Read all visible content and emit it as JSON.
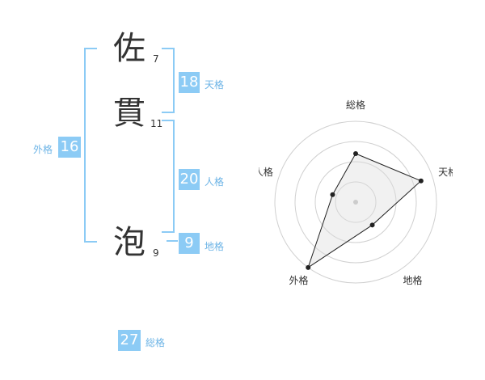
{
  "name": {
    "chars": [
      {
        "char": "佐",
        "strokes": "7"
      },
      {
        "char": "貫",
        "strokes": "11"
      },
      {
        "char": "泡",
        "strokes": "9"
      }
    ]
  },
  "fortunes": {
    "tenkaku": {
      "value": "18",
      "label": "天格"
    },
    "jinkaku": {
      "value": "20",
      "label": "人格"
    },
    "chikaku": {
      "value": "9",
      "label": "地格"
    },
    "gaikaku": {
      "value": "16",
      "label": "外格"
    },
    "soukaku": {
      "value": "27",
      "label": "総格"
    }
  },
  "chart_data": {
    "type": "radar",
    "axes": [
      "総格",
      "天格",
      "地格",
      "外格",
      "人格"
    ],
    "values": [
      0.6,
      0.85,
      0.35,
      1.0,
      0.3
    ],
    "rings": 4,
    "max": 1.0
  }
}
